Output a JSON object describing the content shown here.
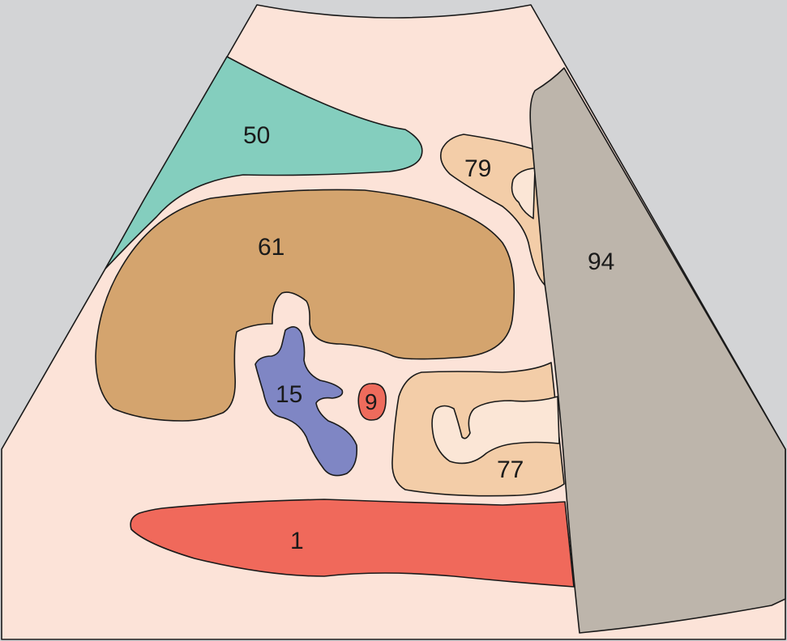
{
  "diagram": {
    "colors": {
      "background": "#d3d4d6",
      "fan": "#fce3d8",
      "region_50": "#84cebe",
      "region_61": "#d4a46e",
      "region_79": "#f3cda8",
      "region_79_inner": "#fbe6d6",
      "region_94": "#bdb5ab",
      "region_15": "#7f86c4",
      "region_9": "#ee6b5c",
      "region_77": "#f3cda8",
      "region_77_inner": "#fbe6d6",
      "region_1": "#f0695b",
      "outline": "#1a1a1a"
    },
    "labels": {
      "r50": "50",
      "r61": "61",
      "r79": "79",
      "r94": "94",
      "r15": "15",
      "r9": "9",
      "r77": "77",
      "r1": "1"
    }
  }
}
